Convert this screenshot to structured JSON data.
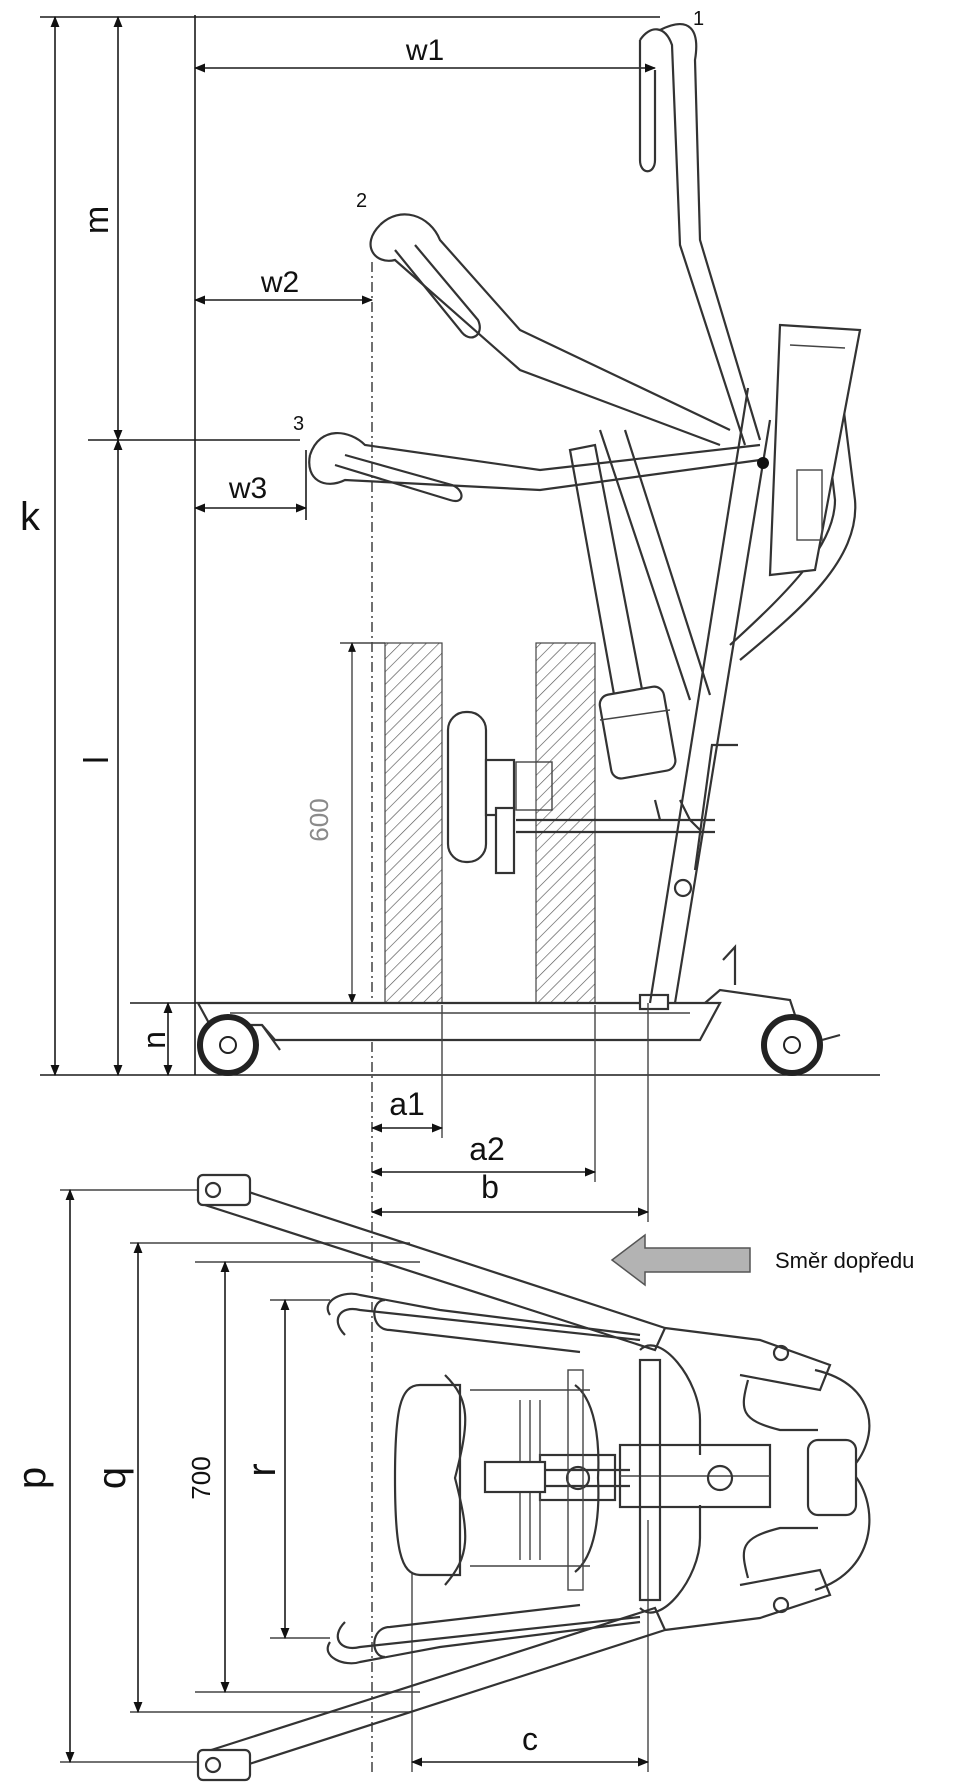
{
  "side_view": {
    "dimension_labels": {
      "w1": "w1",
      "w2": "w2",
      "w3": "w3",
      "k": "k",
      "m": "m",
      "l": "l",
      "n": "n",
      "a1": "a1",
      "a2": "a2",
      "height_600": "600"
    },
    "handle_position_markers": [
      "1",
      "2",
      "3"
    ]
  },
  "top_view": {
    "dimension_labels": {
      "b": "b",
      "c": "c",
      "p": "p",
      "q": "q",
      "r": "r",
      "width_700": "700"
    },
    "direction_label": "Směr dopředu"
  },
  "colors": {
    "line": "#333333",
    "arrow_fill": "#b3b3b3",
    "hatch": "#555555"
  }
}
